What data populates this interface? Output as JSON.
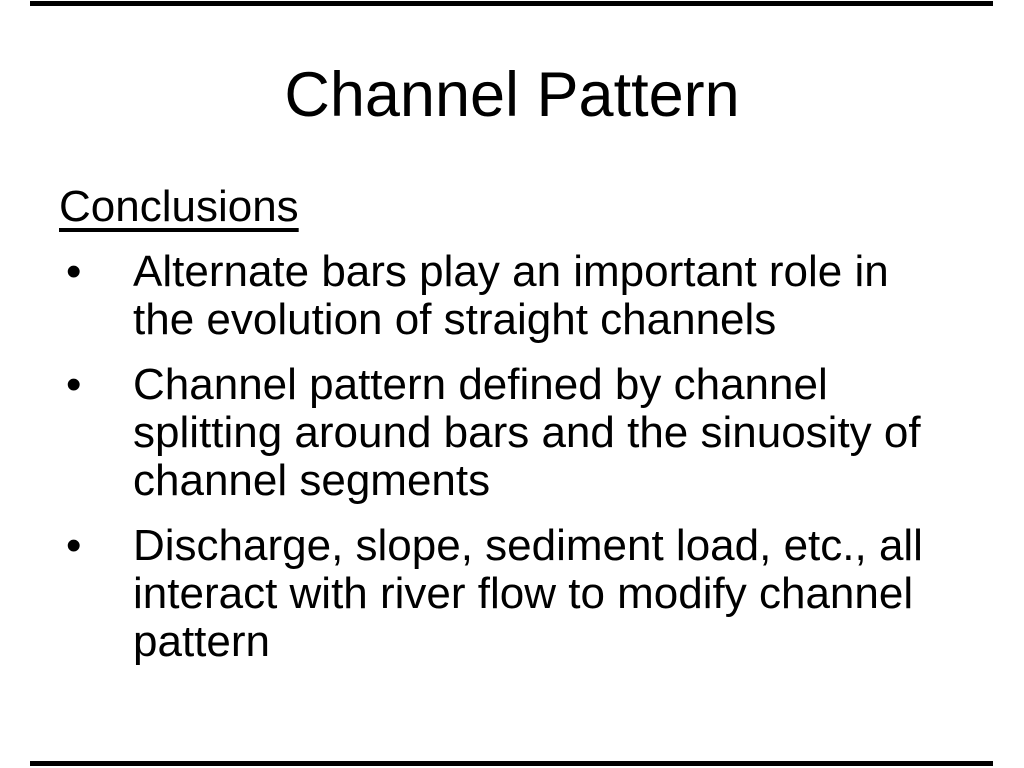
{
  "slide": {
    "title": "Channel Pattern",
    "heading": "Conclusions",
    "bullets": [
      {
        "marker": "•",
        "lines": [
          "Alternate bars play an important role in",
          "the evolution of straight channels"
        ]
      },
      {
        "marker": "•",
        "lines": [
          "Channel pattern defined by channel",
          "splitting around bars and the sinuosity of",
          "channel segments"
        ]
      },
      {
        "marker": "•",
        "lines": [
          "Discharge, slope, sediment load, etc., all",
          "interact with river flow to modify channel",
          "pattern"
        ]
      }
    ],
    "colors": {
      "background": "#ffffff",
      "text": "#000000",
      "frame_bar": "#000000"
    }
  }
}
